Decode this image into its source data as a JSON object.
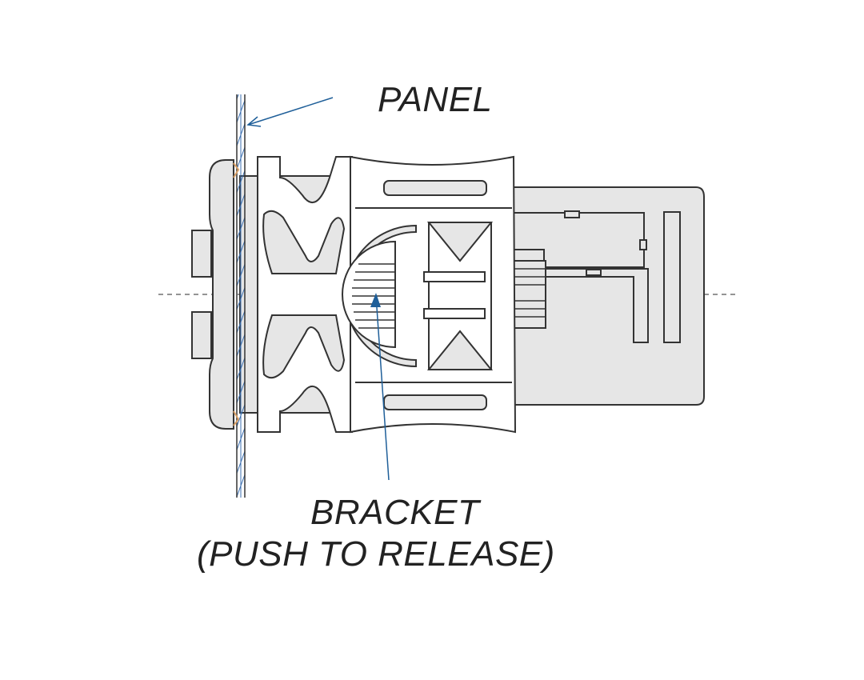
{
  "labels": {
    "panel": "PANEL",
    "bracket_line1": "BRACKET",
    "bracket_line2": "(PUSH TO RELEASE)"
  },
  "colors": {
    "outline": "#333333",
    "body_fill": "#e6e6e6",
    "part_fill": "#ffffff",
    "leader": "#1f5f99",
    "panel_stroke": "#3b6fb0",
    "clip_accent": "#d9a066"
  }
}
